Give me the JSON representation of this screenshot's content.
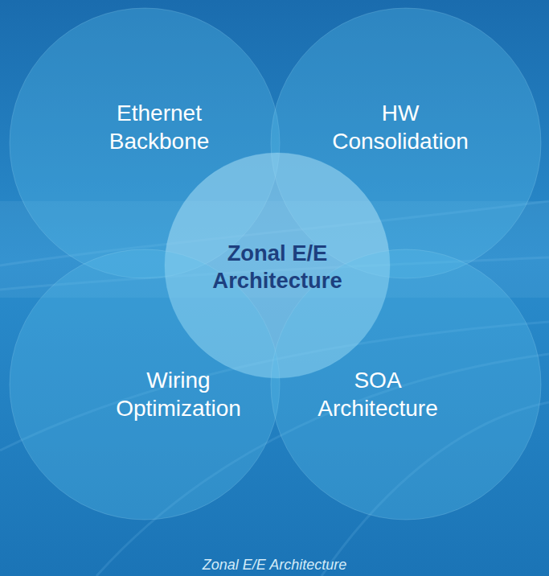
{
  "diagram": {
    "caption": "Zonal E/E Architecture",
    "nodes": [
      {
        "text": [
          "Ethernet Backbone"
        ]
      },
      {
        "text": [
          "HW Consolidation"
        ]
      },
      {
        "text": [
          "Zonal E/E Architecture"
        ]
      },
      {
        "text": [
          "Wiring Optimization"
        ]
      },
      {
        "text": [
          "SOA Architecture"
        ]
      }
    ]
  }
}
